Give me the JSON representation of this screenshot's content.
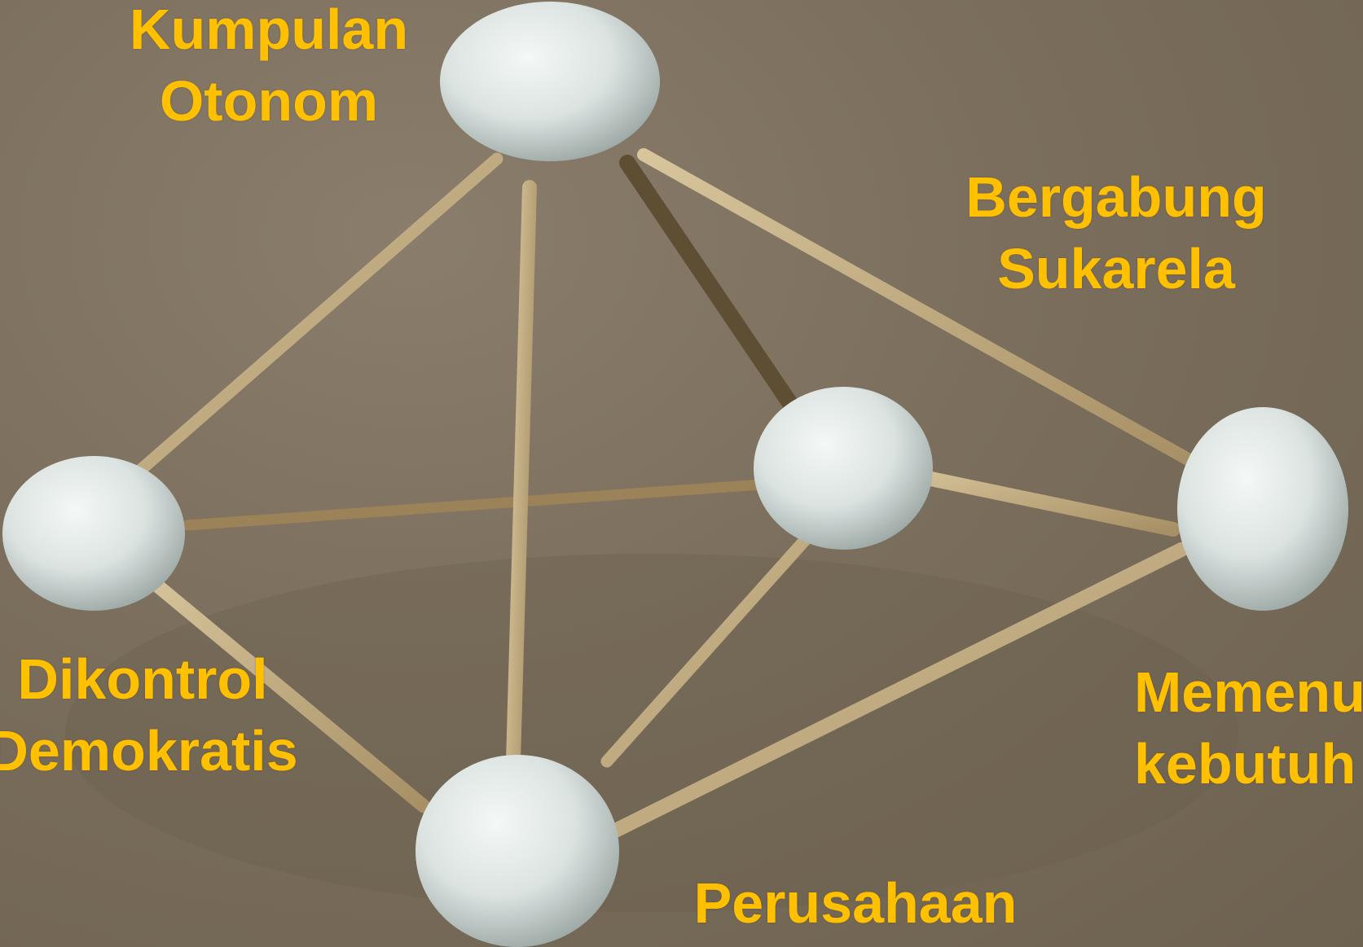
{
  "colors": {
    "background": "#7b6e5c",
    "label_text": "#ffc000",
    "stick": "#c9b48a",
    "node": "#e6ecea"
  },
  "labels": {
    "kumpulan": {
      "line1": "Kumpulan",
      "line2": "Otonom"
    },
    "bergabung": {
      "line1": "Bergabung",
      "line2": "Sukarela"
    },
    "dikontrol": {
      "line1": "Dikontrol",
      "line2": "Demokratis"
    },
    "memenuhi": {
      "line1": "Memenu",
      "line2": "kebutuh"
    },
    "perusahaan": {
      "line1": "Perusahaan"
    }
  }
}
